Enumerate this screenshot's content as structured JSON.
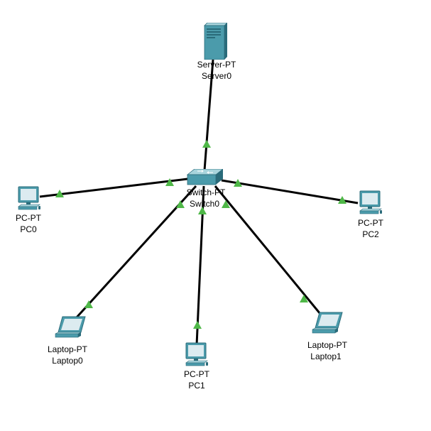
{
  "colors": {
    "wire": "#000000",
    "link_up": "#4fb848",
    "device_face": "#4b9bab",
    "device_dark": "#2a6b7a",
    "device_light": "#a8d4dc",
    "screen": "#dcebf0"
  },
  "devices": [
    {
      "id": "server0",
      "model": "Server-PT",
      "name": "Server0",
      "icon": "server-icon"
    },
    {
      "id": "switch0",
      "model": "Switch-PT",
      "name": "Switch0",
      "icon": "switch-icon"
    },
    {
      "id": "pc0",
      "model": "PC-PT",
      "name": "PC0",
      "icon": "pc-icon"
    },
    {
      "id": "pc2",
      "model": "PC-PT",
      "name": "PC2",
      "icon": "pc-icon"
    },
    {
      "id": "laptop0",
      "model": "Laptop-PT",
      "name": "Laptop0",
      "icon": "laptop-icon"
    },
    {
      "id": "pc1",
      "model": "PC-PT",
      "name": "PC1",
      "icon": "pc-icon"
    },
    {
      "id": "laptop1",
      "model": "Laptop-PT",
      "name": "Laptop1",
      "icon": "laptop-icon"
    }
  ],
  "links": [
    {
      "from": "switch0",
      "to": "server0",
      "status": "up"
    },
    {
      "from": "switch0",
      "to": "pc0",
      "status": "up"
    },
    {
      "from": "switch0",
      "to": "pc2",
      "status": "up"
    },
    {
      "from": "switch0",
      "to": "laptop0",
      "status": "up"
    },
    {
      "from": "switch0",
      "to": "pc1",
      "status": "up"
    },
    {
      "from": "switch0",
      "to": "laptop1",
      "status": "up"
    }
  ]
}
